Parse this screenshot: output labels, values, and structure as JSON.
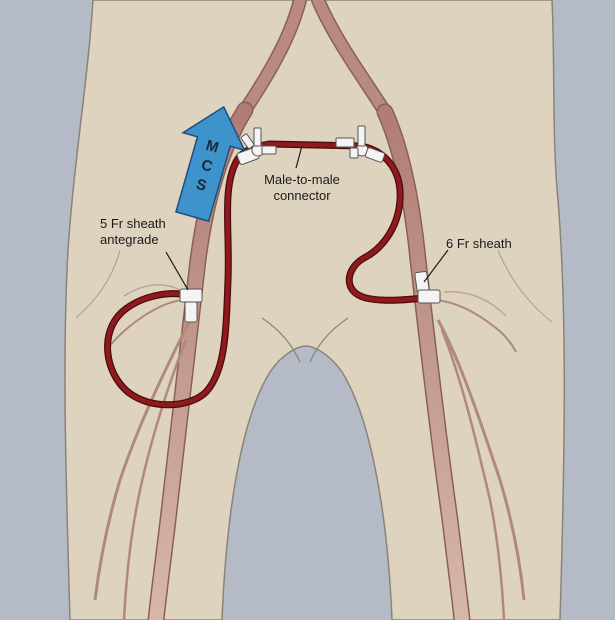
{
  "labels": {
    "arrow": "MCS",
    "connector_line1": "Male-to-male",
    "connector_line2": "connector",
    "left_sheath_line1": "5 Fr sheath",
    "left_sheath_line2": "antegrade",
    "right_sheath": "6 Fr sheath"
  },
  "colors": {
    "background": "#b4bac6",
    "skin": "#ddd3bf",
    "skin_outline": "#8a8478",
    "vessel": "#b98a82",
    "vessel_outline": "#8c5e58",
    "tubing": "#8e1a1d",
    "tubing_outline": "#4a0a0c",
    "arrow_fill": "#3f93cc",
    "arrow_outline": "#1d4f78",
    "connector": "#f4f4f4"
  }
}
